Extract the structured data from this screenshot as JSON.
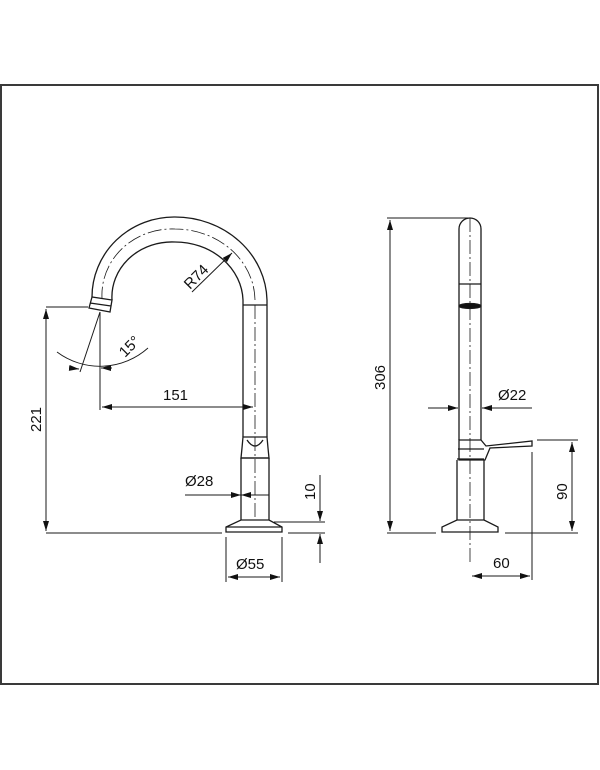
{
  "drawing": {
    "type": "technical-dimension-drawing",
    "subject": "faucet-gooseneck-spout",
    "line_color": "#1a1a1a",
    "frame_color": "#3a3a3a",
    "background": "#ffffff"
  },
  "front_view": {
    "radius_label": "R74",
    "angle_label": "15°",
    "reach_label": "151",
    "height_label": "221",
    "body_diameter_label": "Ø28",
    "deck_thickness_label": "10",
    "base_diameter_label": "Ø55"
  },
  "side_view": {
    "total_height_label": "306",
    "spout_diameter_label": "Ø22",
    "lever_height_label": "90",
    "lever_length_label": "60"
  }
}
